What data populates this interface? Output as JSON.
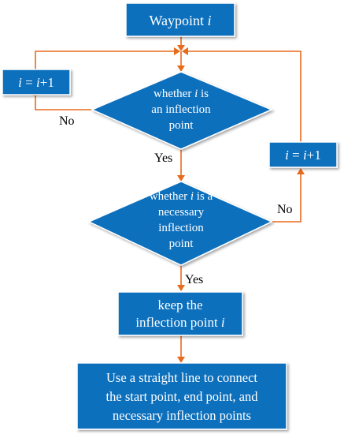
{
  "colors": {
    "box_fill": "#0a6fbd",
    "connector": "#e86a1c",
    "box_text": "#ffffff",
    "label_text": "#000000"
  },
  "nodes": {
    "start": {
      "main": "Waypoint ",
      "var": "i"
    },
    "decision1": {
      "line1_pre": "whether ",
      "line1_var": "i",
      "line1_post": " is",
      "line2": "an inflection",
      "line3": "point"
    },
    "decision2": {
      "line1_pre": "whether ",
      "line1_var": "i",
      "line1_post": " is a",
      "line2": "necessary",
      "line3": "inflection",
      "line4": "point"
    },
    "keep": {
      "line1": "keep the",
      "line2_pre": "inflection point ",
      "line2_var": "i"
    },
    "final": {
      "line1": "Use a straight line to connect",
      "line2": "the start point, end point, and",
      "line3": "necessary inflection points"
    },
    "increment_left": {
      "var": "i",
      "eq": " = ",
      "var2": "i",
      "plus": "+1"
    },
    "increment_right": {
      "var": "i",
      "eq": " = ",
      "var2": "i",
      "plus": "+1"
    }
  },
  "edge_labels": {
    "no_left": "No",
    "yes_1": "Yes",
    "no_right": "No",
    "yes_2": "Yes"
  }
}
